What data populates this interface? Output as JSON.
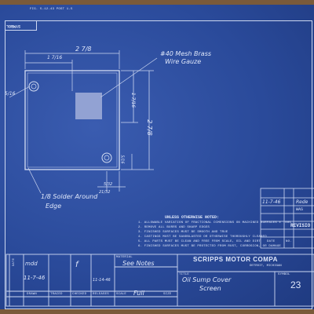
{
  "header": {
    "corner_left": "FIG.   5-12-43   POST 1-5",
    "symbol_label": "SYMBOL"
  },
  "drawing": {
    "dim_overall_width": "2 7/8",
    "dim_left_offset": "1 7/16",
    "dim_height_inner": "1 7/16",
    "dim_height_overall": "2 7/8",
    "dim_hole_offset": "5/16",
    "dim_bottom_a": "5/32",
    "dim_bottom_b": "21/32",
    "dim_side_small": "5/16",
    "note_mesh_line1": "#40 Mesh Brass",
    "note_mesh_line2": "Wire Gauze",
    "note_solder_line1": "1/8 Solder Around",
    "note_solder_line2": "Edge"
  },
  "notes": {
    "heading": "UNLESS OTHERWISE NOTED:",
    "items": [
      "1. ALLOWABLE VARIATION OF FRACTIONAL DIMENSIONS ON MACHINED SURFACES ± .005",
      "2. REMOVE ALL BURRS AND SHARP EDGES",
      "3. FINISHED SURFACES MUST BE SMOOTH AND TRUE",
      "4. CASTINGS MUST BE SANDBLASTED OR OTHERWISE THOROUGHLY CLEANED",
      "5. ALL PARTS MUST BE CLEAN AND FREE FROM SCALE, OIL AND DIRT",
      "6. FINISHED SURFACES MUST BE PROTECTED FROM RUST, CORROSION, OR DAMAGE"
    ]
  },
  "revisions": {
    "date_entry": "11-7-46",
    "redesign_text": "Rede",
    "was_text": "WAS",
    "label": "REVISIO",
    "date_col": "DATE",
    "no_col": "NO."
  },
  "title_block": {
    "initials": "mdd",
    "date_label": "DATE",
    "date_value": "11-7-46",
    "checker_mark": "f",
    "release_date": "11-14-46",
    "material_label": "MATERIAL",
    "material_value": "See Notes",
    "scale_label": "SCALE",
    "scale_value": "Full",
    "size_label": "SIZE",
    "title_label": "TITLE",
    "title_line1": "Oil Sump Cover",
    "title_line2": "Screen",
    "company": "SCRIPPS MOTOR COMPA",
    "company_city": "DETROIT, MICHIGAN",
    "symbol_label": "SYMBOL",
    "drawing_number": "23",
    "col_drawn": "DRAWN",
    "col_traced": "TRACED",
    "col_checked": "CHECKED",
    "col_releases": "RELEASES"
  }
}
